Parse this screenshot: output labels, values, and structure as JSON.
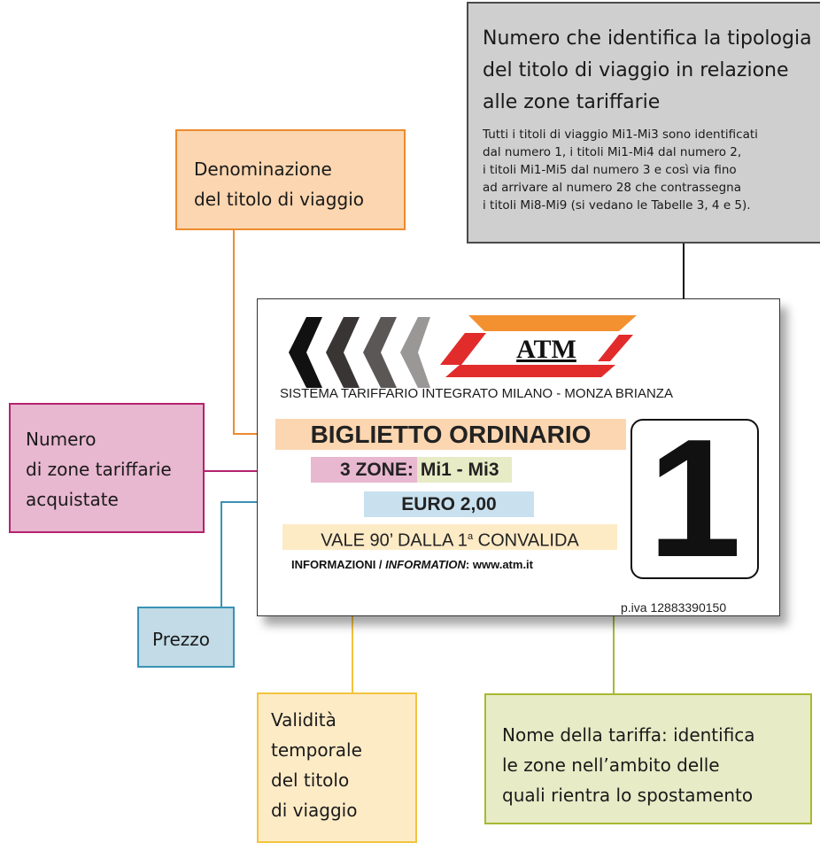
{
  "colors": {
    "denominazione": "#fbd6b0",
    "zone": "#e8b7d0",
    "prezzo": "#c2dbe6",
    "validita": "#fdebc6",
    "tariffa": "#e7ebc6",
    "numero": "#cfcfcf"
  },
  "callouts": {
    "denominazione": {
      "lines": [
        "Denominazione",
        "del titolo di viaggio"
      ]
    },
    "numero": {
      "head_lines": [
        "Numero che identifica la tipologia",
        "del titolo di viaggio in relazione",
        "alle zone tariffarie"
      ],
      "sub_lines": [
        "Tutti i titoli di viaggio Mi1-Mi3 sono identificati",
        "dal numero 1, i titoli Mi1-Mi4 dal numero 2,",
        "i titoli Mi1-Mi5 dal numero 3 e così via fino",
        "ad arrivare al numero 28 che contrassegna",
        "i titoli Mi8-Mi9 (si vedano le Tabelle 3, 4 e 5)."
      ]
    },
    "zone": {
      "lines": [
        "Numero",
        "di zone tariffarie",
        "acquistate"
      ]
    },
    "prezzo": {
      "label": "Prezzo"
    },
    "validita": {
      "lines": [
        "Validità",
        "temporale",
        "del titolo",
        "di viaggio"
      ]
    },
    "tariffa": {
      "lines": [
        "Nome della tariffa: identifica",
        "le zone nell’ambito delle",
        "quali rientra lo spostamento"
      ]
    }
  },
  "ticket": {
    "logo_text": "ATM",
    "system_line": "SISTEMA TARIFFARIO INTEGRATO MILANO - MONZA BRIANZA",
    "type": "BIGLIETTO ORDINARIO",
    "zones_count": "3 ZONE:",
    "zones_name": "Mi1 - Mi3",
    "price": "EURO 2,00",
    "validity_main": "VALE 90’ DALLA 1",
    "validity_sup": "a",
    "validity_end": " CONVALIDA",
    "info_prefix": "INFORMAZIONI / ",
    "info_italic": "INFORMATION",
    "info_suffix": ": www.atm.it",
    "piva": "p.iva  12883390150",
    "number": "1"
  }
}
